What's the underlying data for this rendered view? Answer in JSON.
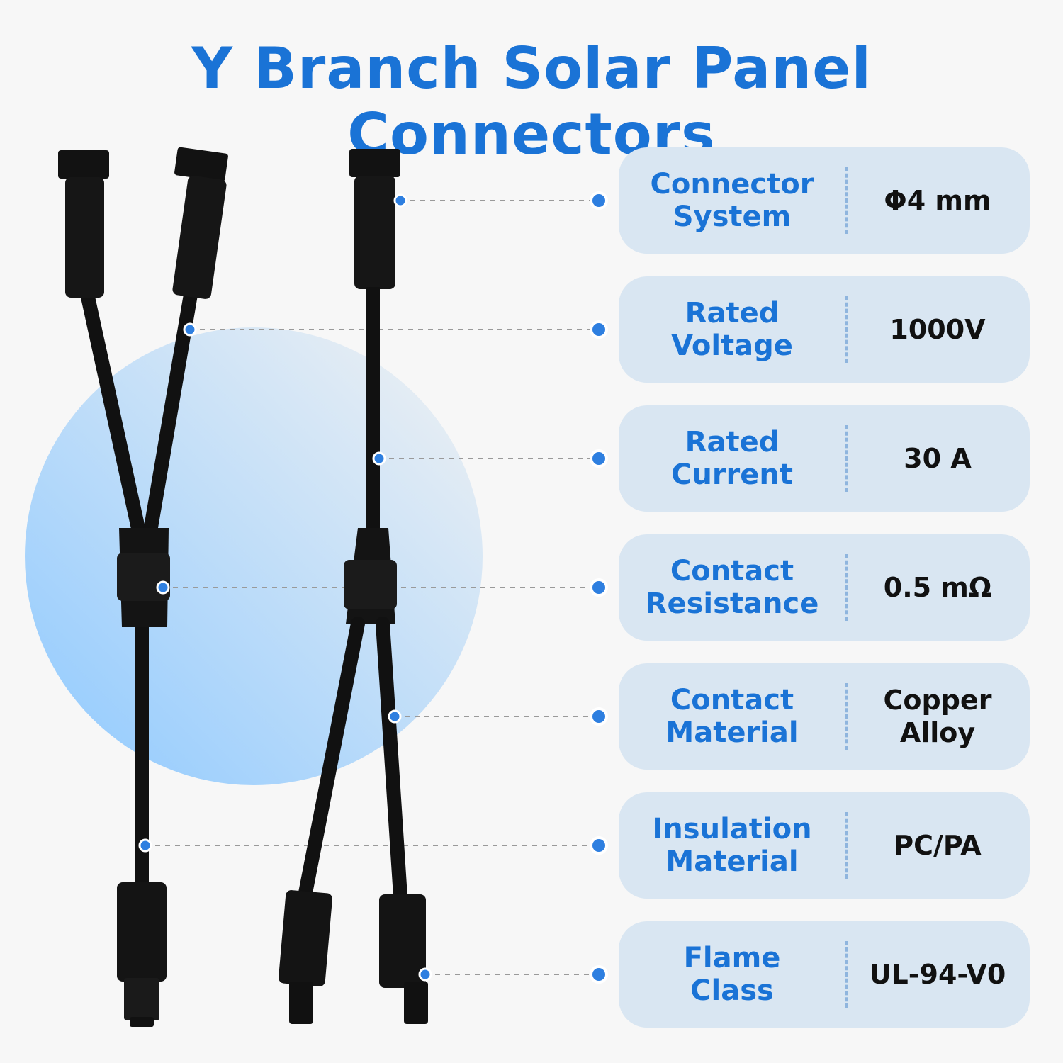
{
  "title": "Y Branch Solar Panel Connectors",
  "colors": {
    "accent": "#1a73d6",
    "card_bg": "#d9e6f2",
    "cable": "#111111"
  },
  "specs": [
    {
      "label_lines": [
        "Connector",
        "System"
      ],
      "value_lines": [
        "Φ4 mm"
      ]
    },
    {
      "label_lines": [
        "Rated",
        "Voltage"
      ],
      "value_lines": [
        "1000V"
      ]
    },
    {
      "label_lines": [
        "Rated",
        "Current"
      ],
      "value_lines": [
        "30 A"
      ]
    },
    {
      "label_lines": [
        "Contact",
        "Resistance"
      ],
      "value_lines": [
        "0.5 mΩ"
      ]
    },
    {
      "label_lines": [
        "Contact",
        "Material"
      ],
      "value_lines": [
        "Copper",
        "Alloy"
      ]
    },
    {
      "label_lines": [
        "Insulation",
        "Material"
      ],
      "value_lines": [
        "PC/PA"
      ]
    },
    {
      "label_lines": [
        "Flame",
        "Class"
      ],
      "value_lines": [
        "UL-94-V0"
      ]
    }
  ]
}
